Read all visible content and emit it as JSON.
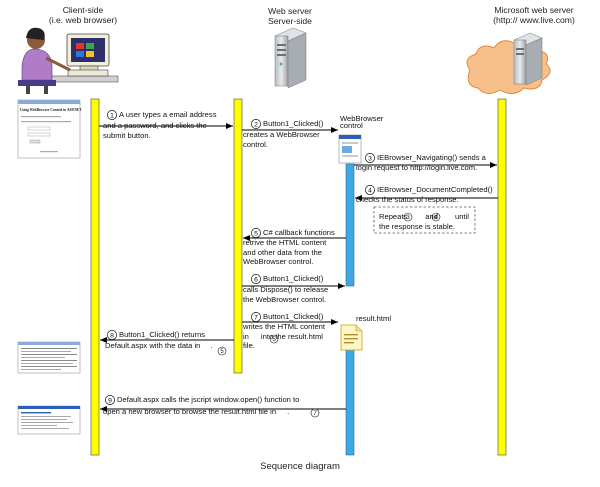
{
  "headers": {
    "client": [
      "Client-side",
      "(i.e. web browser)"
    ],
    "server": [
      "Web server",
      "Server-side"
    ],
    "microsoft": [
      "Microsoft web server",
      "(http:// www.live.com)"
    ],
    "webbrowser_control": [
      "WebBrowser",
      "control"
    ],
    "result_file": "result.html"
  },
  "steps": [
    {
      "num": "1",
      "lines": [
        "A user types a email address",
        "and a password, and clicks the",
        "submit button."
      ]
    },
    {
      "num": "2",
      "lines": [
        "Button1_Clicked()",
        "creates a WebBrowser",
        "control."
      ]
    },
    {
      "num": "3",
      "lines": [
        "IEBrowser_Navigating() sends a",
        "login request to http://login.live.com."
      ]
    },
    {
      "num": "4",
      "lines": [
        "IEBrowser_DocumentCompleted()",
        "checks the status of response."
      ]
    },
    {
      "num": "5",
      "lines": [
        "C# callback functions",
        "retrive the HTML content",
        "and other data from the",
        "WebBrowser control."
      ]
    },
    {
      "num": "6",
      "lines": [
        "Button1_Clicked()",
        "calls Dispose() to release",
        "the WebBrowser control."
      ]
    },
    {
      "num": "7",
      "lines": [
        "Button1_Clicked()",
        "writes the HTML content",
        "in",
        "into the result.html",
        "file."
      ],
      "ref": "5"
    },
    {
      "num": "8",
      "lines": [
        "Button1_Clicked() returns",
        "Default.aspx with the data in",
        "."
      ],
      "ref": "5"
    },
    {
      "num": "9",
      "lines": [
        "Default.aspx calls the jscript window.open() function to",
        "open a new browser to browse the result.html file in",
        "."
      ],
      "ref": "7"
    }
  ],
  "repeat_note": {
    "parts": [
      "Repeats",
      "and",
      "until",
      "the response is stable."
    ],
    "refs": [
      "3",
      "4"
    ]
  },
  "thumbnail_title": "Using WebBrowser Control in ASP.NET",
  "caption": "Sequence diagram",
  "colors": {
    "lifeline": "#ffff00",
    "activation": "#3fa7e1",
    "arrow": "#000000",
    "note_border": "#555555"
  }
}
